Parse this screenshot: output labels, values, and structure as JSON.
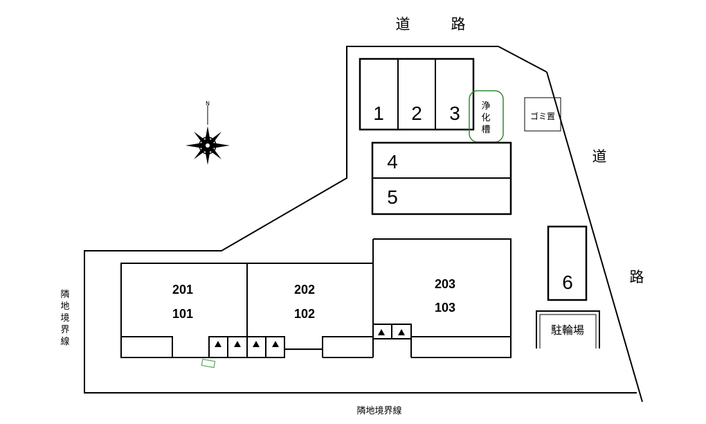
{
  "road_top": {
    "char1": "道",
    "char2": "路"
  },
  "road_right": {
    "char1": "道",
    "char2": "路"
  },
  "compass": {
    "north_label": "N"
  },
  "parking": {
    "spaces": [
      {
        "label": "1"
      },
      {
        "label": "2"
      },
      {
        "label": "3"
      },
      {
        "label": "4"
      },
      {
        "label": "5"
      },
      {
        "label": "6"
      }
    ]
  },
  "septic_tank": {
    "chars": [
      "浄",
      "化",
      "槽"
    ]
  },
  "garbage": {
    "label": "ゴミ置"
  },
  "bicycle_parking": {
    "label": "駐輪場"
  },
  "units": [
    {
      "upper": "201",
      "lower": "101"
    },
    {
      "upper": "202",
      "lower": "102"
    },
    {
      "upper": "203",
      "lower": "103"
    }
  ],
  "boundary_left": {
    "chars": [
      "隣",
      "地",
      "境",
      "界",
      "線"
    ]
  },
  "boundary_bottom": {
    "label": "隣地境界線"
  }
}
